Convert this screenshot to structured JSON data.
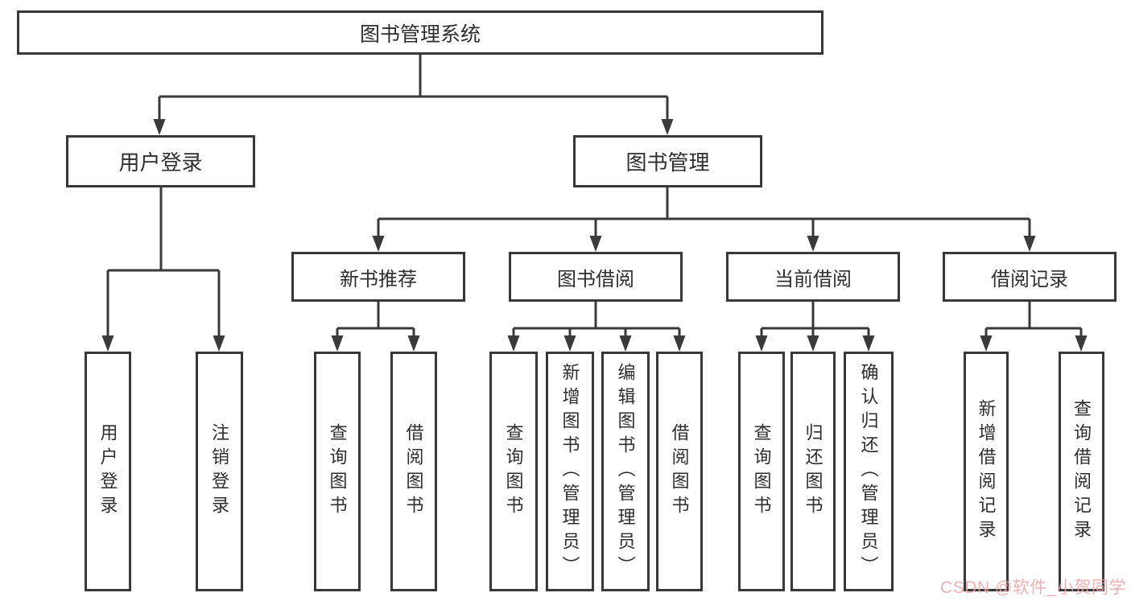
{
  "diagram": {
    "title": "图书管理系统",
    "branches": [
      {
        "label": "用户登录",
        "children": [
          "用户登录",
          "注销登录"
        ]
      },
      {
        "label": "图书管理",
        "sections": [
          {
            "label": "新书推荐",
            "children": [
              "查询图书",
              "借阅图书"
            ]
          },
          {
            "label": "图书借阅",
            "children": [
              "查询图书",
              "新增图书（管理员）",
              "编辑图书（管理员）",
              "借阅图书"
            ]
          },
          {
            "label": "当前借阅",
            "children": [
              "查询图书",
              "归还图书",
              "确认归还（管理员）"
            ]
          },
          {
            "label": "借阅记录",
            "children": [
              "新增借阅记录",
              "查询借阅记录"
            ]
          }
        ]
      }
    ]
  },
  "watermark": {
    "text": "CSDN @软件_小贺同学",
    "color": "#f0a3a3"
  },
  "colors": {
    "line": "#3a3a3a",
    "border": "#383838",
    "box_bg": "#ffffff",
    "text": "#2e2e2e"
  }
}
